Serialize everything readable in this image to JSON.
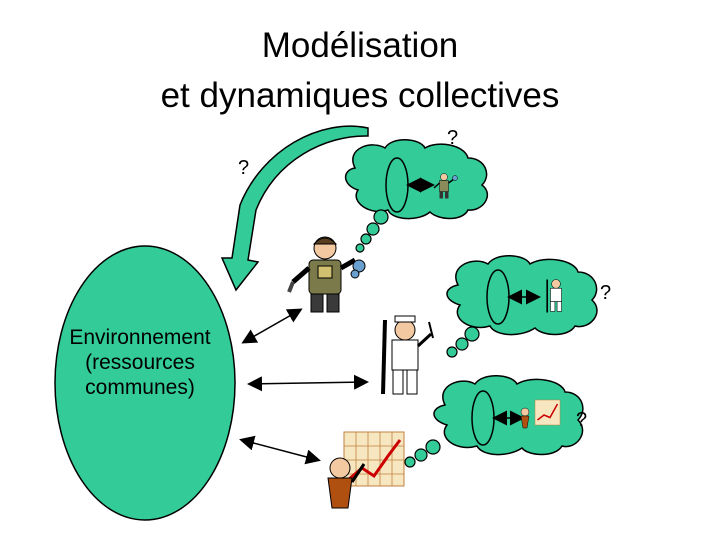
{
  "title": {
    "line1": "Modélisation",
    "line2": "et dynamiques collectives"
  },
  "environment": {
    "line1": "Environnement",
    "line2": "(ressources",
    "line3": "communes)"
  },
  "question_marks": [
    "?",
    "?",
    "?",
    "?"
  ],
  "icons": [
    "mechanic-figure",
    "hunter-figure",
    "presenter-chart-figure"
  ],
  "colors": {
    "bubble": "#33CC99",
    "environment": "#33CC99",
    "outline": "#000000"
  }
}
